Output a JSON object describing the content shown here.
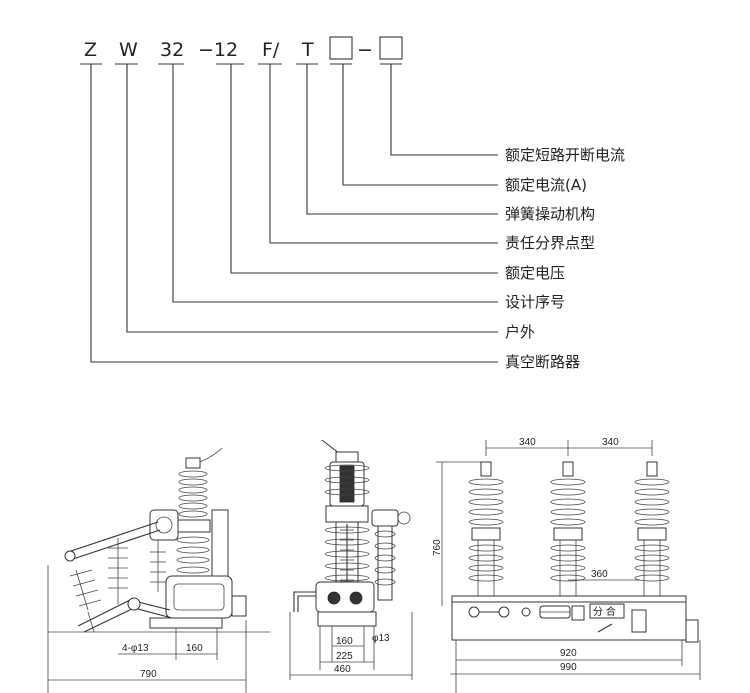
{
  "model_code": {
    "parts": [
      "Z",
      "W",
      "32",
      "−12",
      "F/",
      "T"
    ],
    "separator": "−"
  },
  "legend_labels": [
    "额定短路开断电流",
    "额定电流(A)",
    "弹簧操动机构",
    "责任分界点型",
    "额定电压",
    "设计序号",
    "户外",
    "真空断路器"
  ],
  "side_view": {
    "dim_bolt": "4-φ13",
    "dim_160": "160",
    "dim_790": "790"
  },
  "front_view": {
    "dim_160": "160",
    "dim_phi13": "φ13",
    "dim_225": "225",
    "dim_460": "460"
  },
  "top_view": {
    "dim_pitch_1": "340",
    "dim_pitch_2": "340",
    "dim_height": "760",
    "dim_360": "360",
    "dim_920": "920",
    "dim_990": "990",
    "plate_label": "分 合"
  },
  "colors": {
    "line": "#333333",
    "text": "#222222",
    "background": "#ffffff"
  }
}
